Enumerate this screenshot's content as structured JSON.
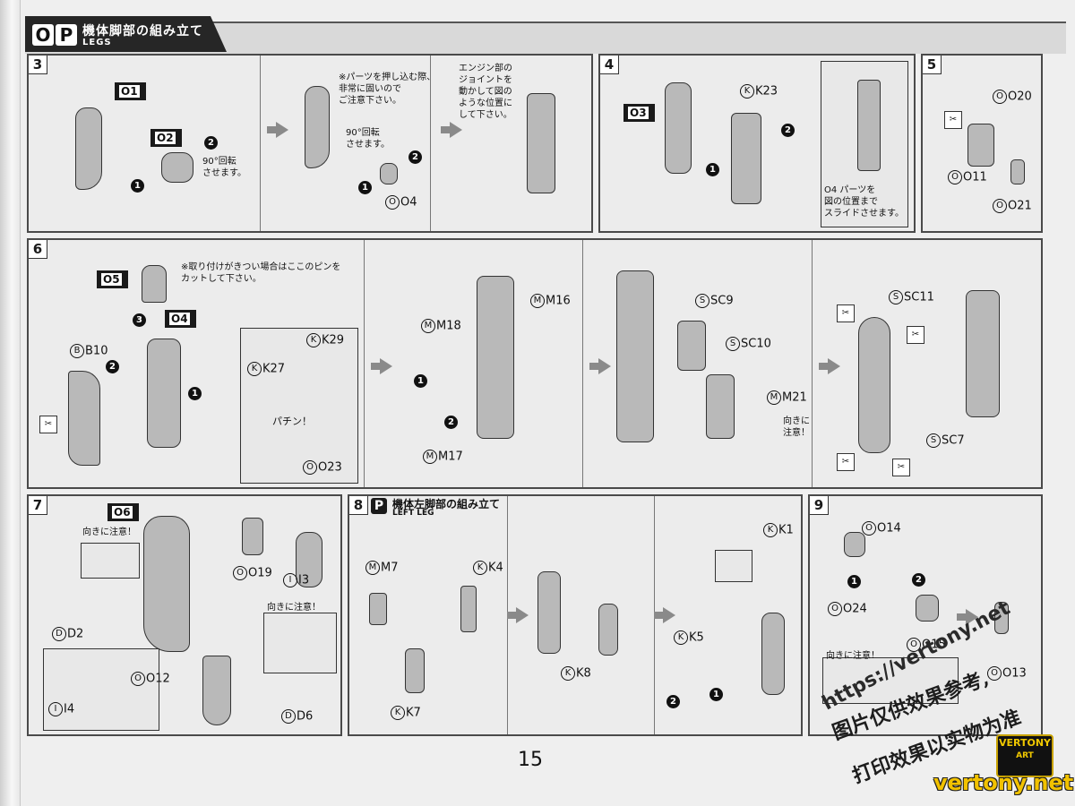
{
  "header": {
    "letter_o": "O",
    "letter_p": "P",
    "title": "機体脚部の組み立て",
    "subtitle": "LEGS"
  },
  "steps": {
    "s3": {
      "number": "3",
      "note_press": "※パーツを押し込む際、\n非常に固いので\nご注意下さい。",
      "note_engine": "エンジン部の\nジョイントを\n動かして図の\nような位置に\nして下さい。",
      "rotate_a": "90°回転\nさせます。",
      "rotate_b": "90°回転\nさせます。",
      "part_o1": "O1",
      "part_o2": "O2",
      "part_o4": "O4"
    },
    "s4": {
      "number": "4",
      "part_o3": "O3",
      "part_k23": "K23",
      "note_slide": "O4 パーツを\n図の位置まで\nスライドさせます。"
    },
    "s5": {
      "number": "5",
      "part_o20": "O20",
      "part_o11": "O11",
      "part_o21": "O21"
    },
    "s6": {
      "number": "6",
      "note_pin": "※取り付けがきつい場合はここのピンを\nカットして下さい。",
      "part_o5": "O5",
      "part_o4": "O4",
      "part_b10": "B10",
      "part_k29": "K29",
      "part_k27": "K27",
      "snap": "パチン！",
      "part_o23": "O23",
      "part_m18": "M18",
      "part_m16": "M16",
      "part_m17": "M17",
      "part_sc9": "SC9",
      "part_sc10": "SC10",
      "part_m21": "M21",
      "caution": "向きに\n注意！",
      "part_sc11": "SC11",
      "part_sc7": "SC7"
    },
    "s7": {
      "number": "7",
      "part_o6": "O6",
      "caution_a": "向きに注意！",
      "caution_b": "向きに注意！",
      "part_o19": "O19",
      "part_i3": "I3",
      "part_d2": "D2",
      "part_o12": "O12",
      "part_i4": "I4",
      "part_d6": "D6"
    },
    "s8": {
      "number": "8",
      "letter_p": "P",
      "title": "機体左脚部の組み立て",
      "subtitle": "LEFT LEG",
      "part_m7": "M7",
      "part_k4": "K4",
      "part_k7": "K7",
      "part_k8": "K8",
      "part_k1": "K1",
      "part_k5": "K5"
    },
    "s9": {
      "number": "9",
      "part_o14": "O14",
      "part_o24": "O24",
      "part_o15": "O15",
      "part_o13": "O13",
      "caution": "向きに注意！"
    }
  },
  "page_number": "15",
  "watermarks": {
    "url": "https://vertony.net",
    "chinese_1": "图片仅供效果参考,",
    "chinese_2": "打印效果以实物为准",
    "logo_top": "VERTONY",
    "logo_mid": "ART",
    "logo_url": "vertony.net"
  }
}
